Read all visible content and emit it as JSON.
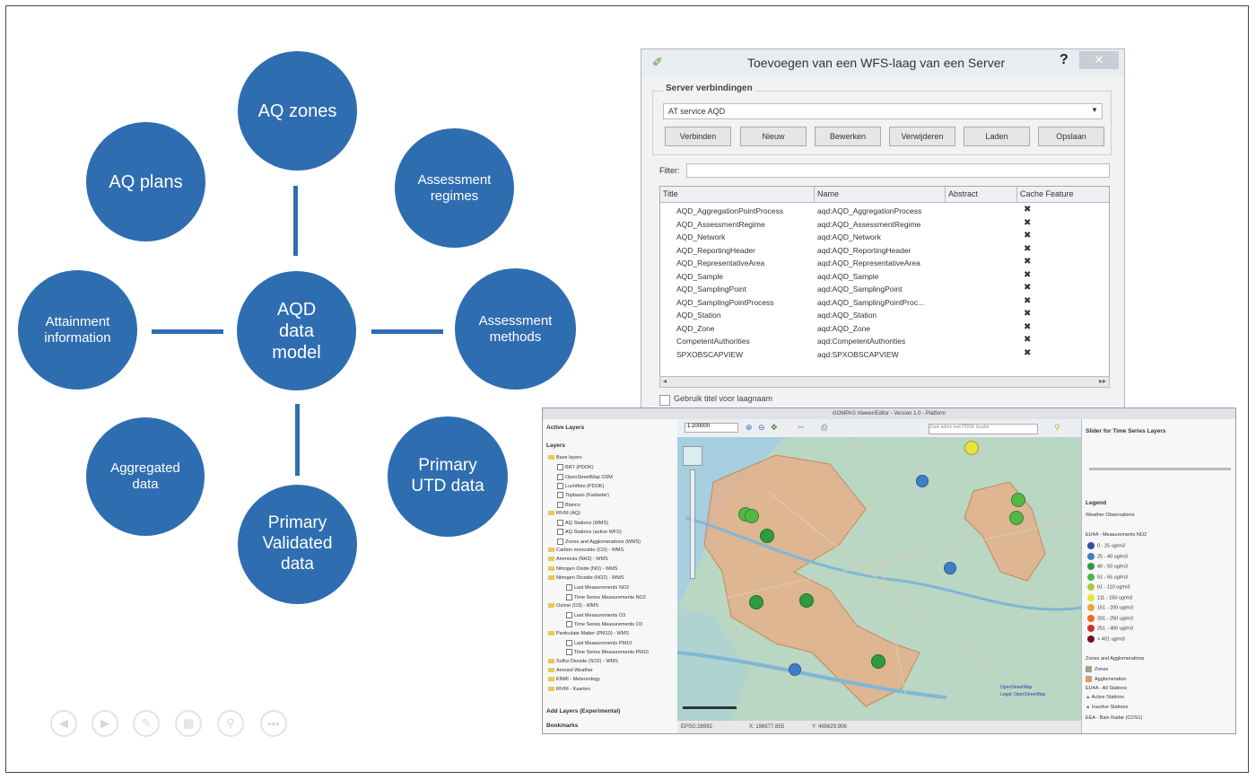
{
  "diagram": {
    "center": "AQD\ndata\nmodel",
    "nodes": {
      "aq_zones": "AQ zones",
      "assessment_regimes": "Assessment\nregimes",
      "assessment_methods": "Assessment\nmethods",
      "primary_utd": "Primary\nUTD data",
      "primary_validated": "Primary\nValidated\ndata",
      "aggregated": "Aggregated\ndata",
      "attainment": "Attainment\ninformation",
      "aq_plans": "AQ plans"
    },
    "colors": {
      "node": "#2f6db1"
    }
  },
  "slide_controls": [
    "back-icon",
    "forward-icon",
    "pen-icon",
    "slides-icon",
    "zoom-icon",
    "more-icon"
  ],
  "wfs_dialog": {
    "title": "Toevoegen van een WFS-laag van een Server",
    "help": "?",
    "close": "✕",
    "group_label": "Server verbindingen",
    "connection": "AT service AQD",
    "buttons": {
      "connect": "Verbinden",
      "new": "Nieuw",
      "edit": "Bewerken",
      "delete": "Verwijderen",
      "load": "Laden",
      "save": "Opslaan"
    },
    "filter_label": "Filter:",
    "columns": {
      "title": "Title",
      "name": "Name",
      "abstract": "Abstract",
      "cache": "Cache Feature"
    },
    "rows": [
      {
        "title": "AQD_AggregationPointProcess",
        "name": "aqd:AQD_AggregationProcess"
      },
      {
        "title": "AQD_AssessmentRegime",
        "name": "aqd:AQD_AssessmentRegime"
      },
      {
        "title": "AQD_Network",
        "name": "aqd:AQD_Network"
      },
      {
        "title": "AQD_ReportingHeader",
        "name": "aqd:AQD_ReportingHeader"
      },
      {
        "title": "AQD_RepresentativeArea",
        "name": "aqd:AQD_RepresentativeArea"
      },
      {
        "title": "AQD_Sample",
        "name": "aqd:AQD_Sample"
      },
      {
        "title": "AQD_SamplingPoint",
        "name": "aqd:AQD_SamplingPoint"
      },
      {
        "title": "AQD_SamplingPointProcess",
        "name": "aqd:AQD_SamplingPointProc..."
      },
      {
        "title": "AQD_Station",
        "name": "aqd:AQD_Station"
      },
      {
        "title": "AQD_Zone",
        "name": "aqd:AQD_Zone"
      },
      {
        "title": "CompetentAuthorities",
        "name": "aqd:CompetentAuthorities"
      },
      {
        "title": "SPXOBSCAPVIEW",
        "name": "aqd:SPXOBSCAPVIEW"
      }
    ],
    "cache_mark": "✖",
    "checkbox_label": "Gebruik titel voor laagnaam"
  },
  "map_window": {
    "title": "GOMPAS Viewer/Editor - Version 1.0 - Platform",
    "active_layers": "Active Layers",
    "layers_header": "Layers",
    "scale": "1:200000",
    "search_placeholder": "Zoek adres met PDOK locator",
    "layers": [
      {
        "label": "Base layers",
        "type": "folder",
        "indent": 0
      },
      {
        "label": "BRT (PDOK)",
        "type": "check",
        "indent": 1
      },
      {
        "label": "OpenStreetMap OSM",
        "type": "check",
        "indent": 1
      },
      {
        "label": "Luchtfoto (PDOK)",
        "type": "check",
        "indent": 1
      },
      {
        "label": "Topbasis (Kadaster)",
        "type": "check",
        "indent": 1
      },
      {
        "label": "Blanco",
        "type": "check",
        "indent": 1
      },
      {
        "label": "RIVM (AQ)",
        "type": "folder",
        "indent": 0
      },
      {
        "label": "AQ Stations (WMS)",
        "type": "check",
        "indent": 1
      },
      {
        "label": "AQ Stations (active WFS)",
        "type": "check",
        "indent": 1
      },
      {
        "label": "Zones and Agglomerations (WMS)",
        "type": "check",
        "indent": 1
      },
      {
        "label": "Carbon monoxide (CO) - WMS",
        "type": "folder",
        "indent": 0
      },
      {
        "label": "Ammonia (NH3) - WMS",
        "type": "folder",
        "indent": 0
      },
      {
        "label": "Nitrogen Oxide (NO) - WMS",
        "type": "folder",
        "indent": 0
      },
      {
        "label": "Nitrogen Dioxide (NO2) - WMS",
        "type": "folder",
        "indent": 0
      },
      {
        "label": "Last Measurements NO2",
        "type": "check",
        "indent": 2
      },
      {
        "label": "Time Series Measurements NO2",
        "type": "check",
        "indent": 2
      },
      {
        "label": "Ozone (O3) - WMS",
        "type": "folder",
        "indent": 0
      },
      {
        "label": "Last Measurements O3",
        "type": "check",
        "indent": 2
      },
      {
        "label": "Time Series Measurements O3",
        "type": "check",
        "indent": 2
      },
      {
        "label": "Particulate Matter (PM10) - WMS",
        "type": "folder",
        "indent": 0
      },
      {
        "label": "Last Measurements PM10",
        "type": "check",
        "indent": 2
      },
      {
        "label": "Time Series Measurements PM10",
        "type": "check",
        "indent": 2
      },
      {
        "label": "Sulfur Dioxide (SO2) - WMS",
        "type": "folder",
        "indent": 0
      },
      {
        "label": "Aerosol Weather",
        "type": "folder",
        "indent": 0
      },
      {
        "label": "KNMI - Meteorology",
        "type": "folder",
        "indent": 0
      },
      {
        "label": "RIVM - Kaarten",
        "type": "folder",
        "indent": 0
      }
    ],
    "add_layers": "Add Layers (Experimental)",
    "bookmarks": "Bookmarks",
    "right_title": "Slider for Time Series Layers",
    "legend_header": "Legend",
    "legend_title": "Weather Observations",
    "legend_subtitle": "EU4A - Measurements NO2",
    "legend_items": [
      {
        "label": "0 - 25 ug/m3",
        "color": "#2c4fa8"
      },
      {
        "label": "25 - 40 ug/m3",
        "color": "#3f7fc8"
      },
      {
        "label": "40 - 50 ug/m3",
        "color": "#2e9c3e"
      },
      {
        "label": "51 - 65 ug/m3",
        "color": "#52b845"
      },
      {
        "label": "61 - 110 ug/m3",
        "color": "#a6cc3b"
      },
      {
        "label": "111 - 150 ug/m3",
        "color": "#e7e23c"
      },
      {
        "label": "151 - 200 ug/m3",
        "color": "#f0a52a"
      },
      {
        "label": "201 - 250 ug/m3",
        "color": "#e76a22"
      },
      {
        "label": "251 - 400 ug/m3",
        "color": "#c53225"
      },
      {
        "label": "> 401 ug/m3",
        "color": "#6e1414"
      }
    ],
    "legend_zones_title": "Zones and Agglomerations",
    "zones_items": [
      {
        "label": "Zones",
        "color": "#9aa58a"
      },
      {
        "label": "Agglomeration",
        "color": "#d79a6c"
      }
    ],
    "stations_title": "EU4A - All Stations",
    "stations_items": [
      "Active Stations",
      "Inactive Stations"
    ],
    "footer_legend": "EEA - Bain Radar (COS1)",
    "status": [
      "EPSG:28992",
      "X: 196577.855",
      "Y: 465629.906"
    ],
    "attribution": [
      "OpenStreetMap",
      "Legal: OpenStreetMap"
    ]
  }
}
